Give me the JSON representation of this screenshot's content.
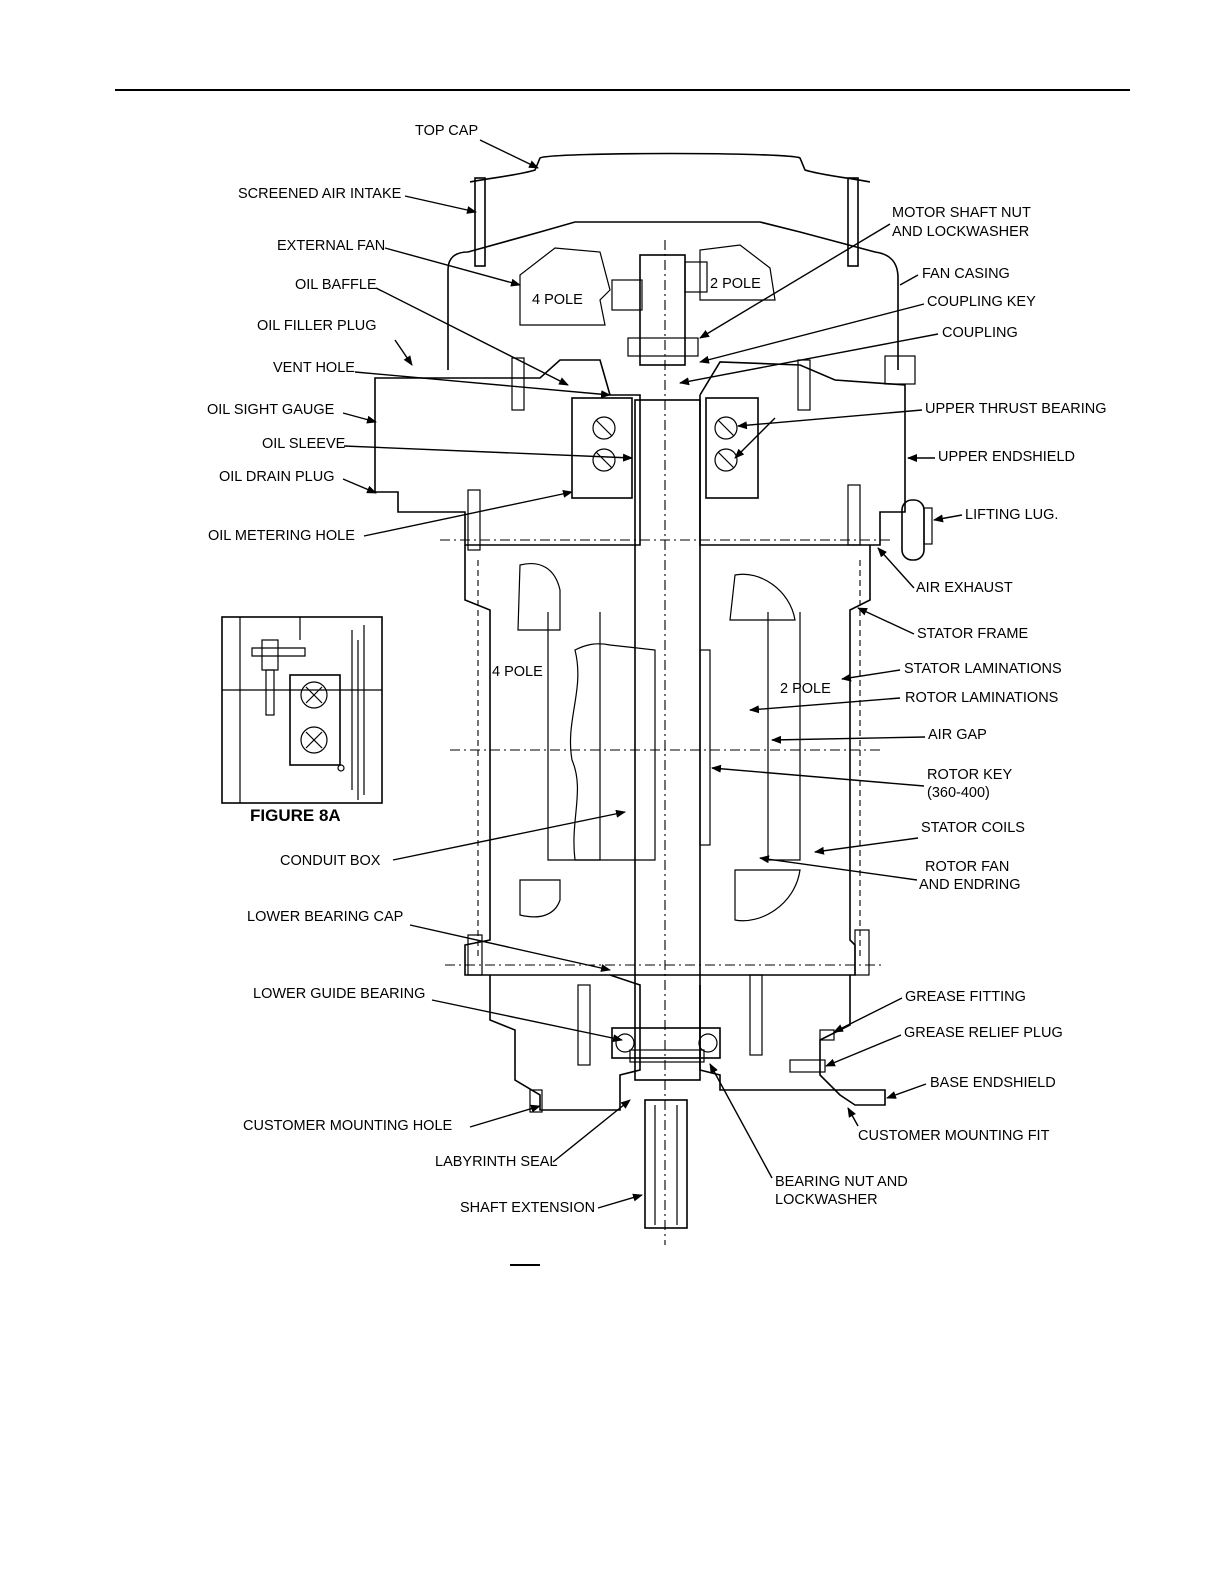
{
  "labels": {
    "top_cap": "TOP CAP",
    "screened_air_intake": "SCREENED AIR INTAKE",
    "external_fan": "EXTERNAL FAN",
    "oil_baffle": "OIL BAFFLE",
    "oil_filler_plug": "OIL FILLER PLUG",
    "vent_hole": "VENT HOLE",
    "oil_sight_gauge": "OIL SIGHT GAUGE",
    "oil_sleeve": "OIL SLEEVE",
    "oil_drain_plug": "OIL DRAIN PLUG",
    "oil_metering_hole": "OIL METERING HOLE",
    "motor_shaft_nut_1": "MOTOR SHAFT NUT",
    "motor_shaft_nut_2": "AND LOCKWASHER",
    "fan_casing": "FAN CASING",
    "coupling_key": "COUPLING KEY",
    "coupling": "COUPLING",
    "upper_thrust_bearing": "UPPER THRUST BEARING",
    "upper_endshield": "UPPER ENDSHIELD",
    "lifting_lug": "LIFTING LUG.",
    "air_exhaust": "AIR EXHAUST",
    "stator_frame": "STATOR FRAME",
    "stator_laminations": "STATOR LAMINATIONS",
    "rotor_laminations": "ROTOR LAMINATIONS",
    "air_gap": "AIR GAP",
    "rotor_key_1": "ROTOR KEY",
    "rotor_key_2": "(360-400)",
    "stator_coils": "STATOR COILS",
    "rotor_fan_1": "ROTOR FAN",
    "rotor_fan_2": "AND ENDRING",
    "conduit_box": "CONDUIT BOX",
    "lower_bearing_cap": "LOWER BEARING CAP",
    "lower_guide_bearing": "LOWER GUIDE BEARING",
    "grease_fitting": "GREASE FITTING",
    "grease_relief_plug": "GREASE RELIEF PLUG",
    "base_endshield": "BASE ENDSHIELD",
    "customer_mounting_hole": "CUSTOMER  MOUNTING HOLE",
    "customer_mounting_fit": "CUSTOMER MOUNTING FIT",
    "labyrinth_seal": "LABYRINTH SEAL",
    "bearing_nut_1": "BEARING NUT AND",
    "bearing_nut_2": "LOCKWASHER",
    "shaft_extension": "SHAFT EXTENSION",
    "four_pole_top": "4 POLE",
    "two_pole_top": "2 POLE",
    "four_pole_mid": "4 POLE",
    "two_pole_mid": "2 POLE"
  },
  "figure_caption": "FIGURE 8A"
}
